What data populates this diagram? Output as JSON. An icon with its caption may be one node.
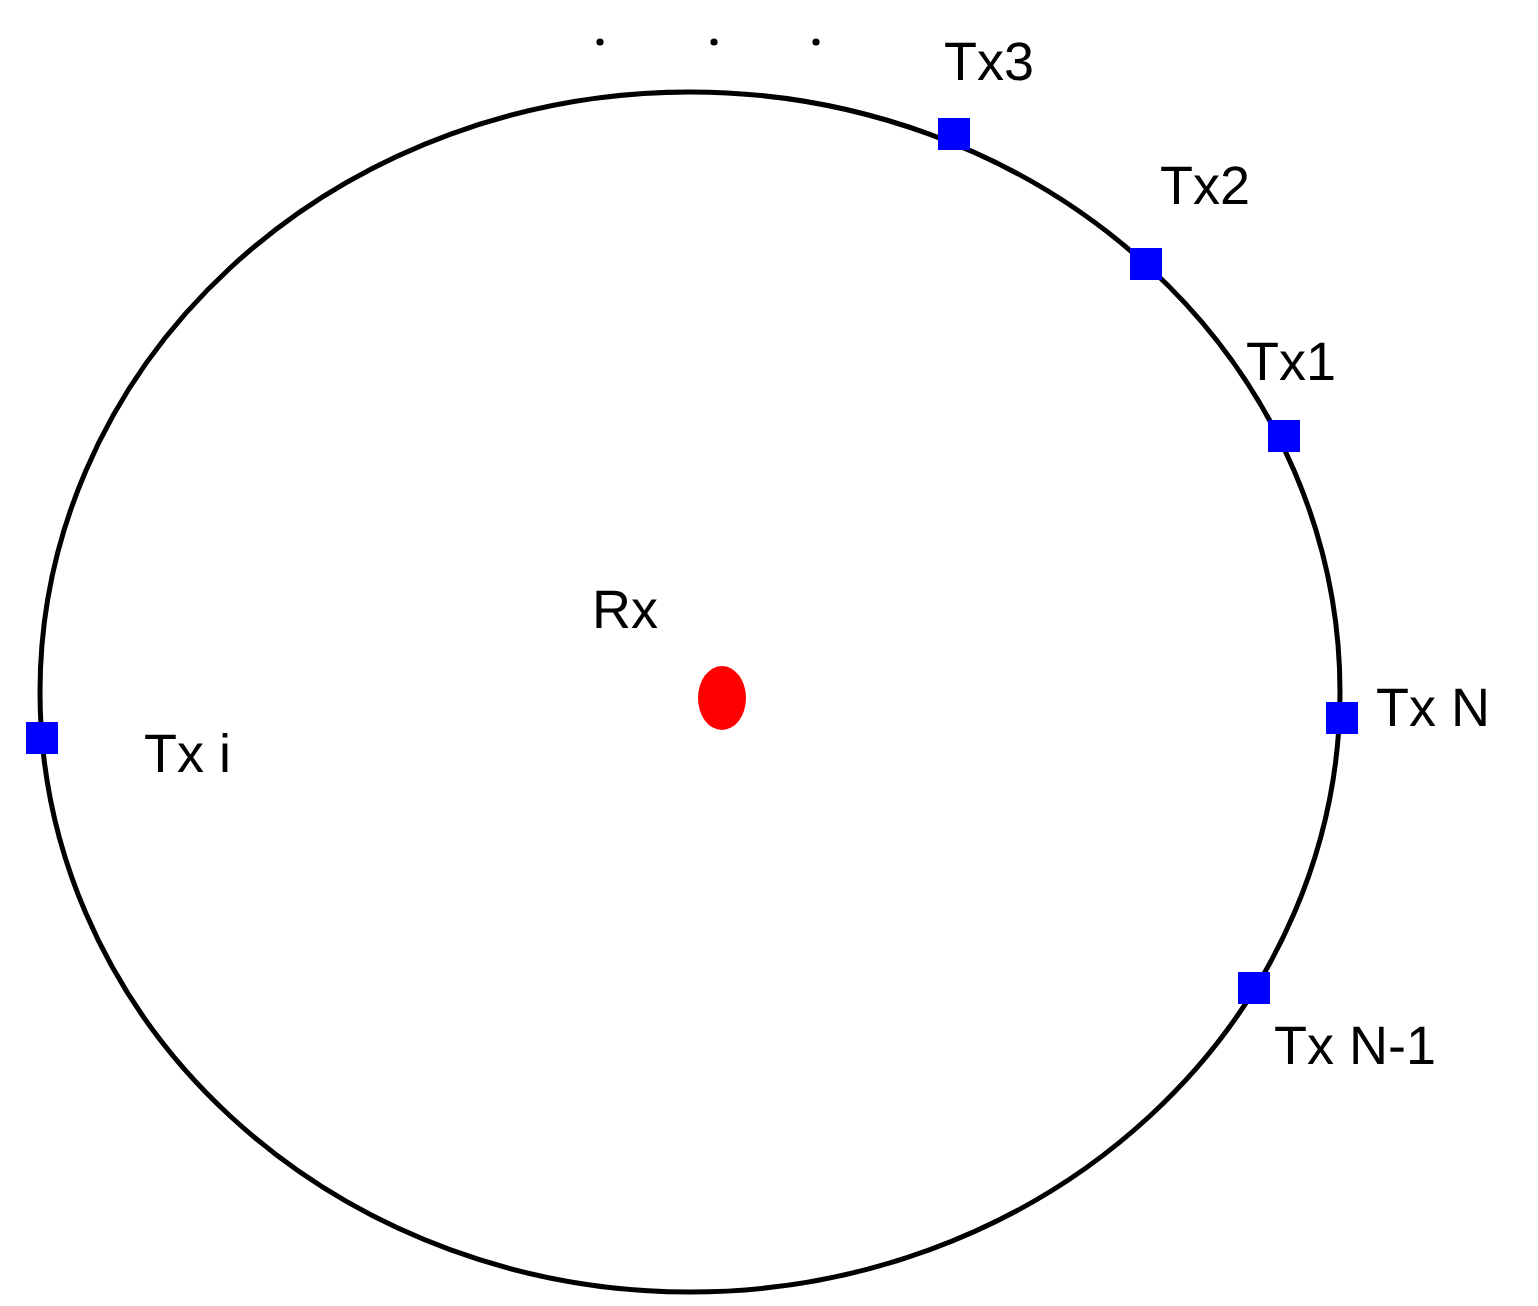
{
  "diagram": {
    "nodes": [
      {
        "text": [],
        "shape": "box",
        "beside": [
          "Tx3"
        ]
      },
      {
        "text": [],
        "shape": "box",
        "beside": [
          "Tx2"
        ]
      },
      {
        "text": [],
        "shape": "box",
        "beside": [
          "Tx1"
        ]
      },
      {
        "text": [],
        "shape": "circle",
        "beside": [
          "Rx"
        ]
      },
      {
        "text": [],
        "shape": "box",
        "beside": [
          "Tx i"
        ]
      },
      {
        "text": [],
        "shape": "box",
        "beside": [
          "Tx N"
        ]
      },
      {
        "text": [],
        "shape": "box",
        "beside": [
          "Tx N-1"
        ]
      }
    ],
    "edges": []
  }
}
